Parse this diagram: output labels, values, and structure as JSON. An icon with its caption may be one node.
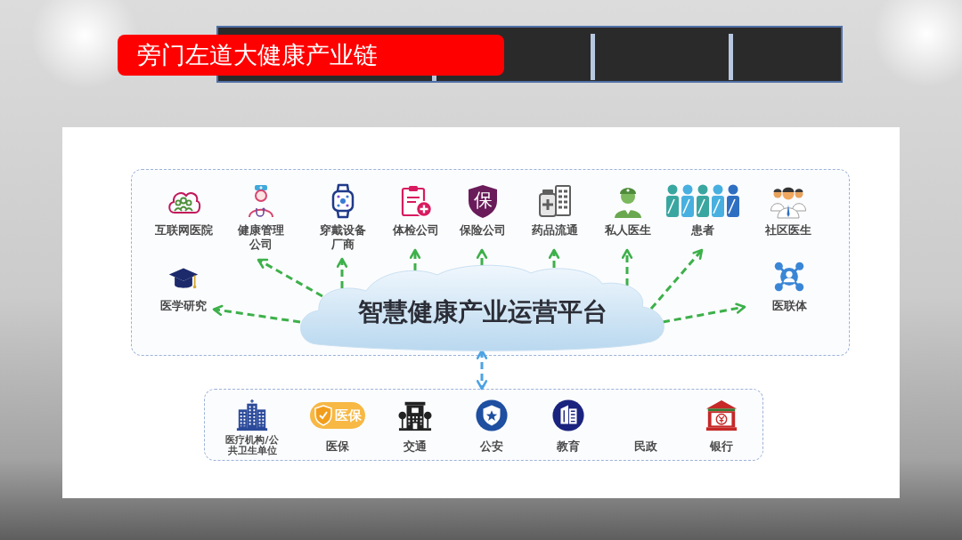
{
  "diagram": {
    "title": "旁门左道大健康产业链",
    "nodes": [
      {
        "text": [],
        "shape": "box"
      },
      {
        "text": [
          "互联网医院"
        ],
        "in": 0
      },
      {
        "text": [
          "健康管理公司"
        ],
        "in": 0
      },
      {
        "text": [
          "穿戴设备厂商"
        ],
        "in": 0
      },
      {
        "text": [
          "体检公司"
        ],
        "in": 0
      },
      {
        "text": [
          "保",
          "保险公司"
        ],
        "in": 0
      },
      {
        "text": [
          "药品流通"
        ],
        "in": 0
      },
      {
        "text": [
          "私人医生"
        ],
        "in": 0
      },
      {
        "text": [
          "患者"
        ],
        "in": 0
      },
      {
        "text": [
          "社区医生"
        ],
        "in": 0
      },
      {
        "text": [
          "医学研究"
        ],
        "in": 0
      },
      {
        "text": [
          "智慧健康产业运营平台"
        ],
        "in": 0
      },
      {
        "text": [
          "医联体"
        ],
        "in": 0
      },
      {
        "text": [],
        "shape": "box"
      },
      {
        "text": [
          "医疗机构/公共卫生单位"
        ],
        "in": 13
      },
      {
        "text": [
          "医保",
          "医保"
        ],
        "in": 13
      },
      {
        "text": [
          "交通"
        ],
        "in": 13
      },
      {
        "text": [
          "公安"
        ],
        "in": 13
      },
      {
        "text": [
          "教育"
        ],
        "in": 13
      },
      {
        "text": [
          "民政"
        ],
        "in": 13
      },
      {
        "text": [
          "银行"
        ],
        "in": 13
      }
    ],
    "edges": [
      {
        "from": 11,
        "to": 10,
        "arrow": "to",
        "style": "dashed"
      },
      {
        "from": 11,
        "to": 2,
        "arrow": "to",
        "style": "dashed"
      },
      {
        "from": 11,
        "to": 3,
        "arrow": "to",
        "style": "dashed"
      },
      {
        "from": 11,
        "to": 4,
        "arrow": "to",
        "style": "dashed"
      },
      {
        "from": 11,
        "to": 5,
        "arrow": "to",
        "style": "dashed"
      },
      {
        "from": 11,
        "to": 6,
        "arrow": "to",
        "style": "dashed"
      },
      {
        "from": 11,
        "to": 7,
        "arrow": "to",
        "style": "dashed"
      },
      {
        "from": 11,
        "to": 8,
        "arrow": "to",
        "style": "dashed"
      },
      {
        "from": 11,
        "to": 12,
        "arrow": "to",
        "style": "dashed"
      },
      {
        "from": 11,
        "to": 13,
        "arrow": "both",
        "style": "dashed",
        "color": "#4da3e3"
      }
    ]
  }
}
